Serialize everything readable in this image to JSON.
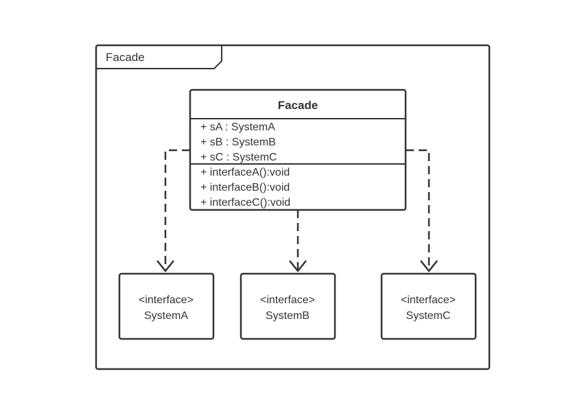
{
  "package": {
    "name": "Facade"
  },
  "facade_class": {
    "name": "Facade",
    "attributes": [
      "+ sA : SystemA",
      "+ sB : SystemB",
      "+ sC : SystemC"
    ],
    "operations": [
      "+ interfaceA():void",
      "+ interfaceB():void",
      "+ interfaceC():void"
    ]
  },
  "interfaces": [
    {
      "stereotype": "<interface>",
      "name": "SystemA"
    },
    {
      "stereotype": "<interface>",
      "name": "SystemB"
    },
    {
      "stereotype": "<interface>",
      "name": "SystemC"
    }
  ],
  "colors": {
    "stroke": "#333333",
    "background": "#ffffff"
  }
}
